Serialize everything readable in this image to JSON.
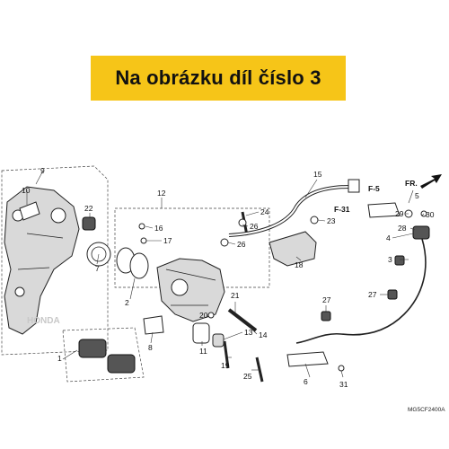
{
  "banner": {
    "text": "Na obrázku díl číslo 3",
    "color": "#f6c518"
  },
  "labels": {
    "p1": "1",
    "p2": "2",
    "p3": "3",
    "p4": "4",
    "p5": "5",
    "p6": "6",
    "p7": "7",
    "p8": "8",
    "p9": "9",
    "p10": "10",
    "p11": "11",
    "p12": "12",
    "p13": "13",
    "p14": "14",
    "p15": "15",
    "p16": "16",
    "p17": "17",
    "p18": "18",
    "p19": "19",
    "p20": "20",
    "p21": "21",
    "p22": "22",
    "p23": "23",
    "p24": "24",
    "p25": "25",
    "p26a": "26",
    "p26b": "26",
    "p27a": "27",
    "p27b": "27",
    "p28": "28",
    "p29": "29",
    "p30": "30",
    "p31": "31"
  },
  "refs": {
    "f5": "F-5",
    "f31": "F-31",
    "fr": "FR."
  },
  "diagram_code": "MG5CF2400A"
}
